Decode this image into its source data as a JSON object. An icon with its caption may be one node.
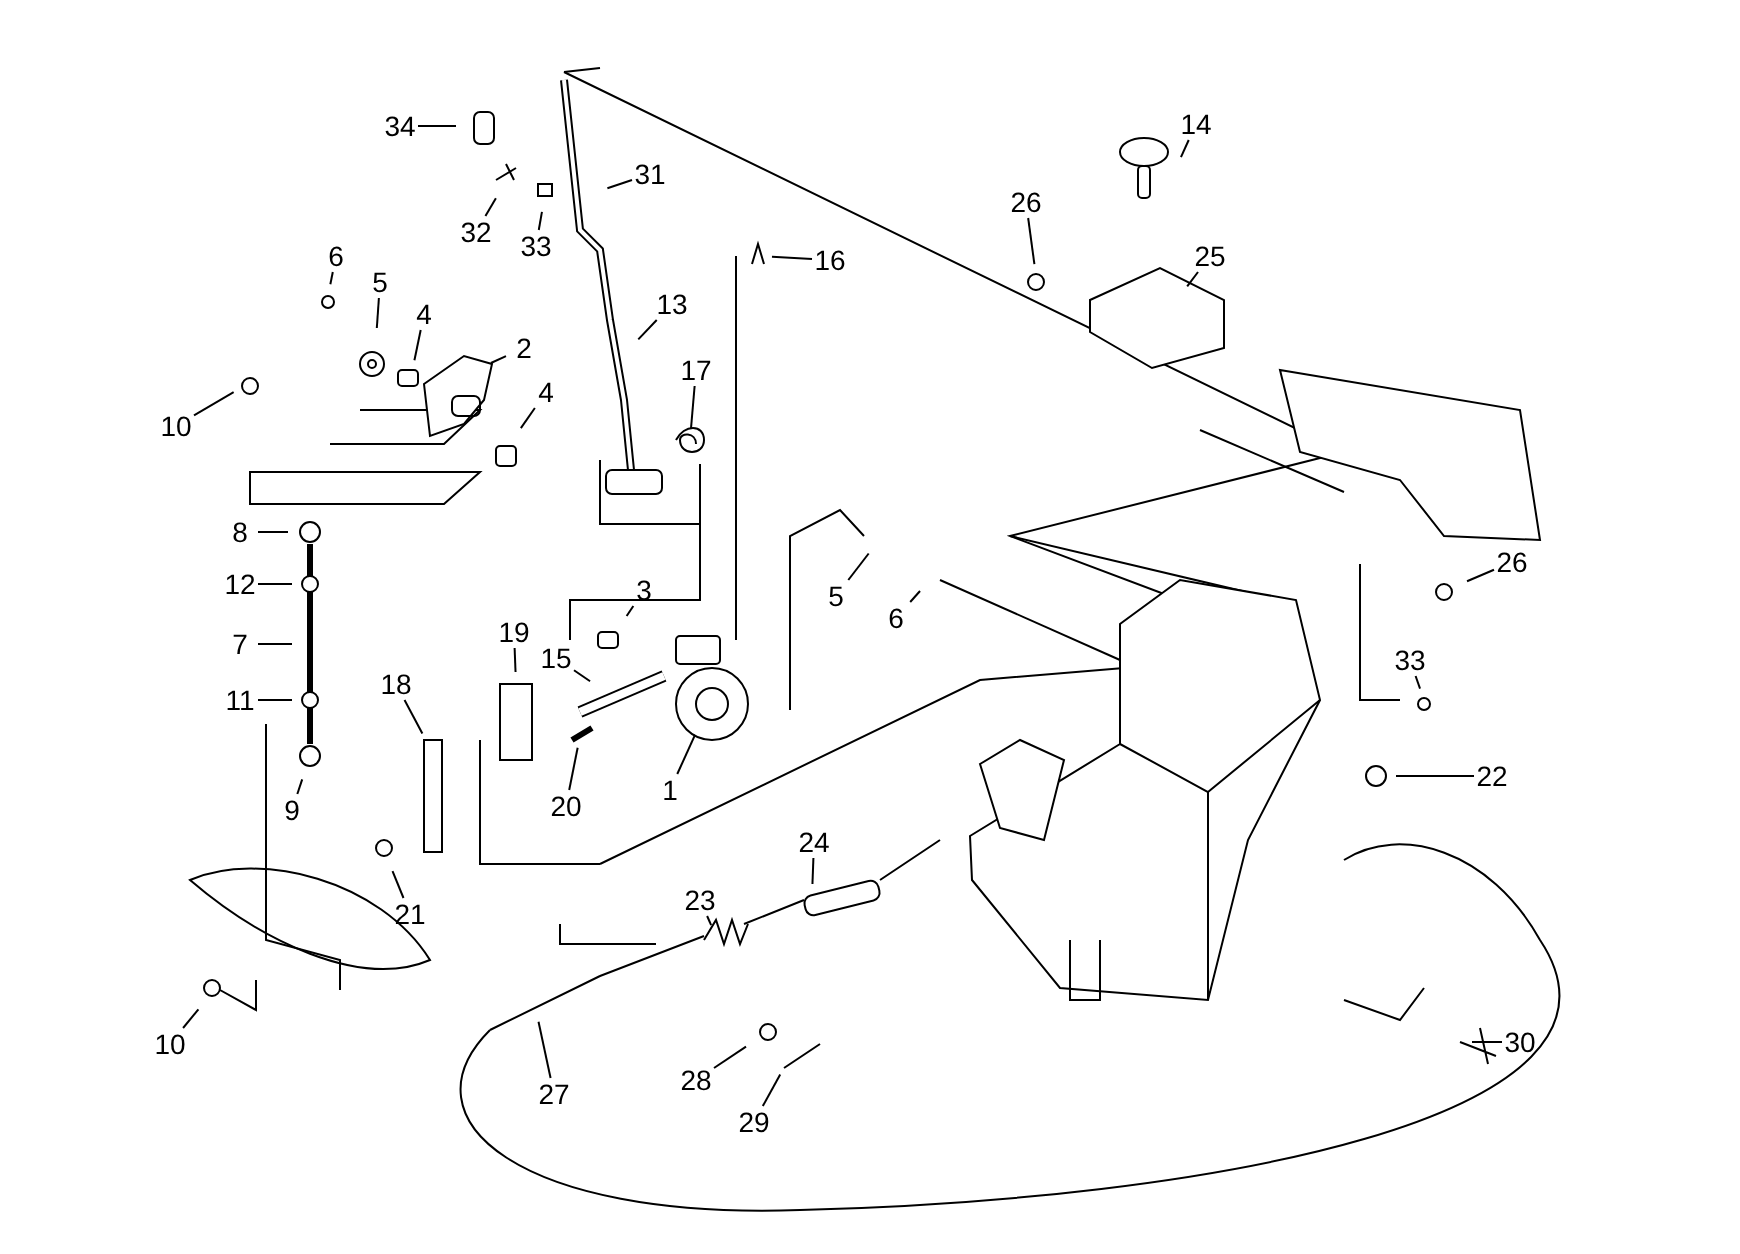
{
  "diagram": {
    "nodes": [
      {
        "text": [
          "34"
        ]
      },
      {
        "text": [
          "31"
        ]
      },
      {
        "text": [
          "14"
        ]
      },
      {
        "text": [
          "26"
        ]
      },
      {
        "text": [
          "25"
        ]
      },
      {
        "text": [
          "32"
        ]
      },
      {
        "text": [
          "33"
        ]
      },
      {
        "text": [
          "16"
        ]
      },
      {
        "text": [
          "6"
        ]
      },
      {
        "text": [
          "5"
        ]
      },
      {
        "text": [
          "4"
        ]
      },
      {
        "text": [
          "2"
        ]
      },
      {
        "text": [
          "13"
        ]
      },
      {
        "text": [
          "10"
        ]
      },
      {
        "text": [
          "17"
        ]
      },
      {
        "text": [
          "4"
        ]
      },
      {
        "text": [
          "8"
        ]
      },
      {
        "text": [
          "26"
        ]
      },
      {
        "text": [
          "12"
        ]
      },
      {
        "text": [
          "5"
        ]
      },
      {
        "text": [
          "3"
        ]
      },
      {
        "text": [
          "7"
        ]
      },
      {
        "text": [
          "6"
        ]
      },
      {
        "text": [
          "19"
        ]
      },
      {
        "text": [
          "15"
        ]
      },
      {
        "text": [
          "33"
        ]
      },
      {
        "text": [
          "11"
        ]
      },
      {
        "text": [
          "18"
        ]
      },
      {
        "text": [
          "20"
        ]
      },
      {
        "text": [
          "1"
        ]
      },
      {
        "text": [
          "22"
        ]
      },
      {
        "text": [
          "9"
        ]
      },
      {
        "text": [
          "24"
        ]
      },
      {
        "text": [
          "21"
        ]
      },
      {
        "text": [
          "23"
        ]
      },
      {
        "text": [
          "10"
        ]
      },
      {
        "text": [
          "30"
        ]
      },
      {
        "text": [
          "27"
        ]
      },
      {
        "text": [
          "28"
        ]
      },
      {
        "text": [
          "29"
        ]
      }
    ],
    "edges": [
      {
        "from": 0,
        "to": null,
        "arrow": "none"
      },
      {
        "from": 1,
        "to": null,
        "arrow": "none"
      },
      {
        "from": 2,
        "to": null,
        "arrow": "none"
      },
      {
        "from": 3,
        "to": null,
        "arrow": "none"
      },
      {
        "from": 4,
        "to": null,
        "arrow": "none"
      },
      {
        "from": 5,
        "to": null,
        "arrow": "none"
      },
      {
        "from": 6,
        "to": null,
        "arrow": "none"
      },
      {
        "from": 7,
        "to": null,
        "arrow": "none"
      },
      {
        "from": 8,
        "to": null,
        "arrow": "none"
      },
      {
        "from": 9,
        "to": null,
        "arrow": "none"
      },
      {
        "from": 10,
        "to": null,
        "arrow": "none"
      },
      {
        "from": 11,
        "to": null,
        "arrow": "none"
      },
      {
        "from": 12,
        "to": null,
        "arrow": "none"
      },
      {
        "from": 13,
        "to": null,
        "arrow": "none"
      },
      {
        "from": 14,
        "to": null,
        "arrow": "none"
      },
      {
        "from": 15,
        "to": null,
        "arrow": "none"
      },
      {
        "from": 16,
        "to": null,
        "arrow": "none"
      },
      {
        "from": 17,
        "to": null,
        "arrow": "none"
      },
      {
        "from": 18,
        "to": null,
        "arrow": "none"
      },
      {
        "from": 19,
        "to": null,
        "arrow": "none"
      },
      {
        "from": 20,
        "to": null,
        "arrow": "none"
      },
      {
        "from": 21,
        "to": null,
        "arrow": "none"
      },
      {
        "from": 22,
        "to": null,
        "arrow": "none"
      },
      {
        "from": 23,
        "to": null,
        "arrow": "none"
      },
      {
        "from": 24,
        "to": null,
        "arrow": "none"
      },
      {
        "from": 25,
        "to": null,
        "arrow": "none"
      },
      {
        "from": 26,
        "to": null,
        "arrow": "none"
      },
      {
        "from": 27,
        "to": null,
        "arrow": "none"
      },
      {
        "from": 28,
        "to": null,
        "arrow": "none"
      },
      {
        "from": 29,
        "to": null,
        "arrow": "none"
      },
      {
        "from": 30,
        "to": null,
        "arrow": "none"
      },
      {
        "from": 31,
        "to": null,
        "arrow": "none"
      },
      {
        "from": 32,
        "to": null,
        "arrow": "none"
      },
      {
        "from": 33,
        "to": null,
        "arrow": "none"
      },
      {
        "from": 34,
        "to": null,
        "arrow": "none"
      },
      {
        "from": 35,
        "to": null,
        "arrow": "none"
      },
      {
        "from": 36,
        "to": null,
        "arrow": "none"
      },
      {
        "from": 37,
        "to": null,
        "arrow": "none"
      },
      {
        "from": 38,
        "to": null,
        "arrow": "none"
      },
      {
        "from": 39,
        "to": null,
        "arrow": "none"
      }
    ]
  }
}
